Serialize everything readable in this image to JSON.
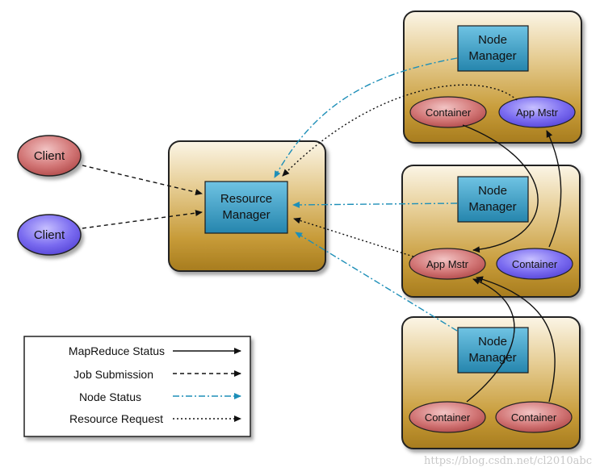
{
  "resource_manager": {
    "line1": "Resource",
    "line2": "Manager"
  },
  "clients": [
    {
      "label": "Client",
      "color": "#c45a5a"
    },
    {
      "label": "Client",
      "color": "#6a5be0"
    }
  ],
  "nodes": [
    {
      "manager_line1": "Node",
      "manager_line2": "Manager",
      "container": "Container",
      "app_master": "App Mstr"
    },
    {
      "manager_line1": "Node",
      "manager_line2": "Manager",
      "app_master": "App Mstr",
      "container": "Container"
    },
    {
      "manager_line1": "Node",
      "manager_line2": "Manager",
      "container_a": "Container",
      "container_b": "Container"
    }
  ],
  "legend": {
    "mapreduce_status": "MapReduce Status",
    "job_submission": "Job Submission",
    "node_status": "Node Status",
    "resource_request": "Resource Request"
  },
  "colors": {
    "node_status_line": "#1e8fb8",
    "manager_box": "#2a8fb5",
    "container_red": "#c45a5a",
    "app_master_purple": "#6a5be0"
  },
  "watermark": "https://blog.csdn.net/cl2010abc"
}
